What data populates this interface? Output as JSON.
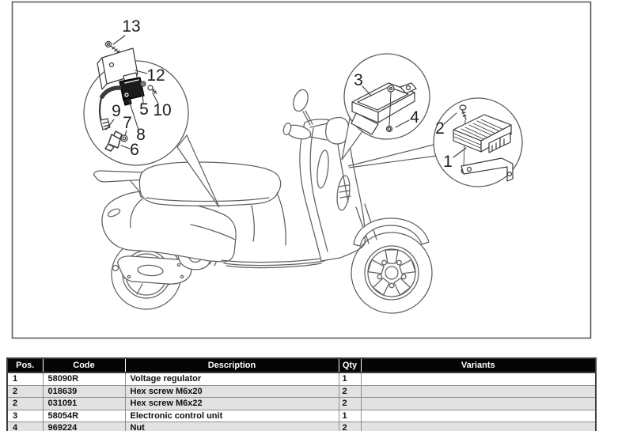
{
  "diagram": {
    "callout_labels": {
      "n1": "1",
      "n2": "2",
      "n3": "3",
      "n4": "4",
      "n5": "5",
      "n6": "6",
      "n7": "7",
      "n8": "8",
      "n9": "9",
      "n10": "10",
      "n12": "12",
      "n13": "13"
    }
  },
  "table": {
    "headers": [
      "Pos.",
      "Code",
      "Description",
      "Qty",
      "Variants"
    ],
    "rows": [
      {
        "pos": "1",
        "code": "58090R",
        "description": "Voltage regulator",
        "qty": "1",
        "variants": ""
      },
      {
        "pos": "2",
        "code": "018639",
        "description": "Hex screw M6x20",
        "qty": "2",
        "variants": ""
      },
      {
        "pos": "2",
        "code": "031091",
        "description": "Hex screw M6x22",
        "qty": "2",
        "variants": ""
      },
      {
        "pos": "3",
        "code": "58054R",
        "description": "Electronic control unit",
        "qty": "1",
        "variants": ""
      },
      {
        "pos": "4",
        "code": "969224",
        "description": "Nut",
        "qty": "2",
        "variants": ""
      }
    ]
  },
  "colors": {
    "header_bg": "#050505",
    "header_text": "#ffffff",
    "row_shaded": "#e2e2e2",
    "line_art": "#5d5d5d",
    "part_line": "#3a3a3a"
  }
}
